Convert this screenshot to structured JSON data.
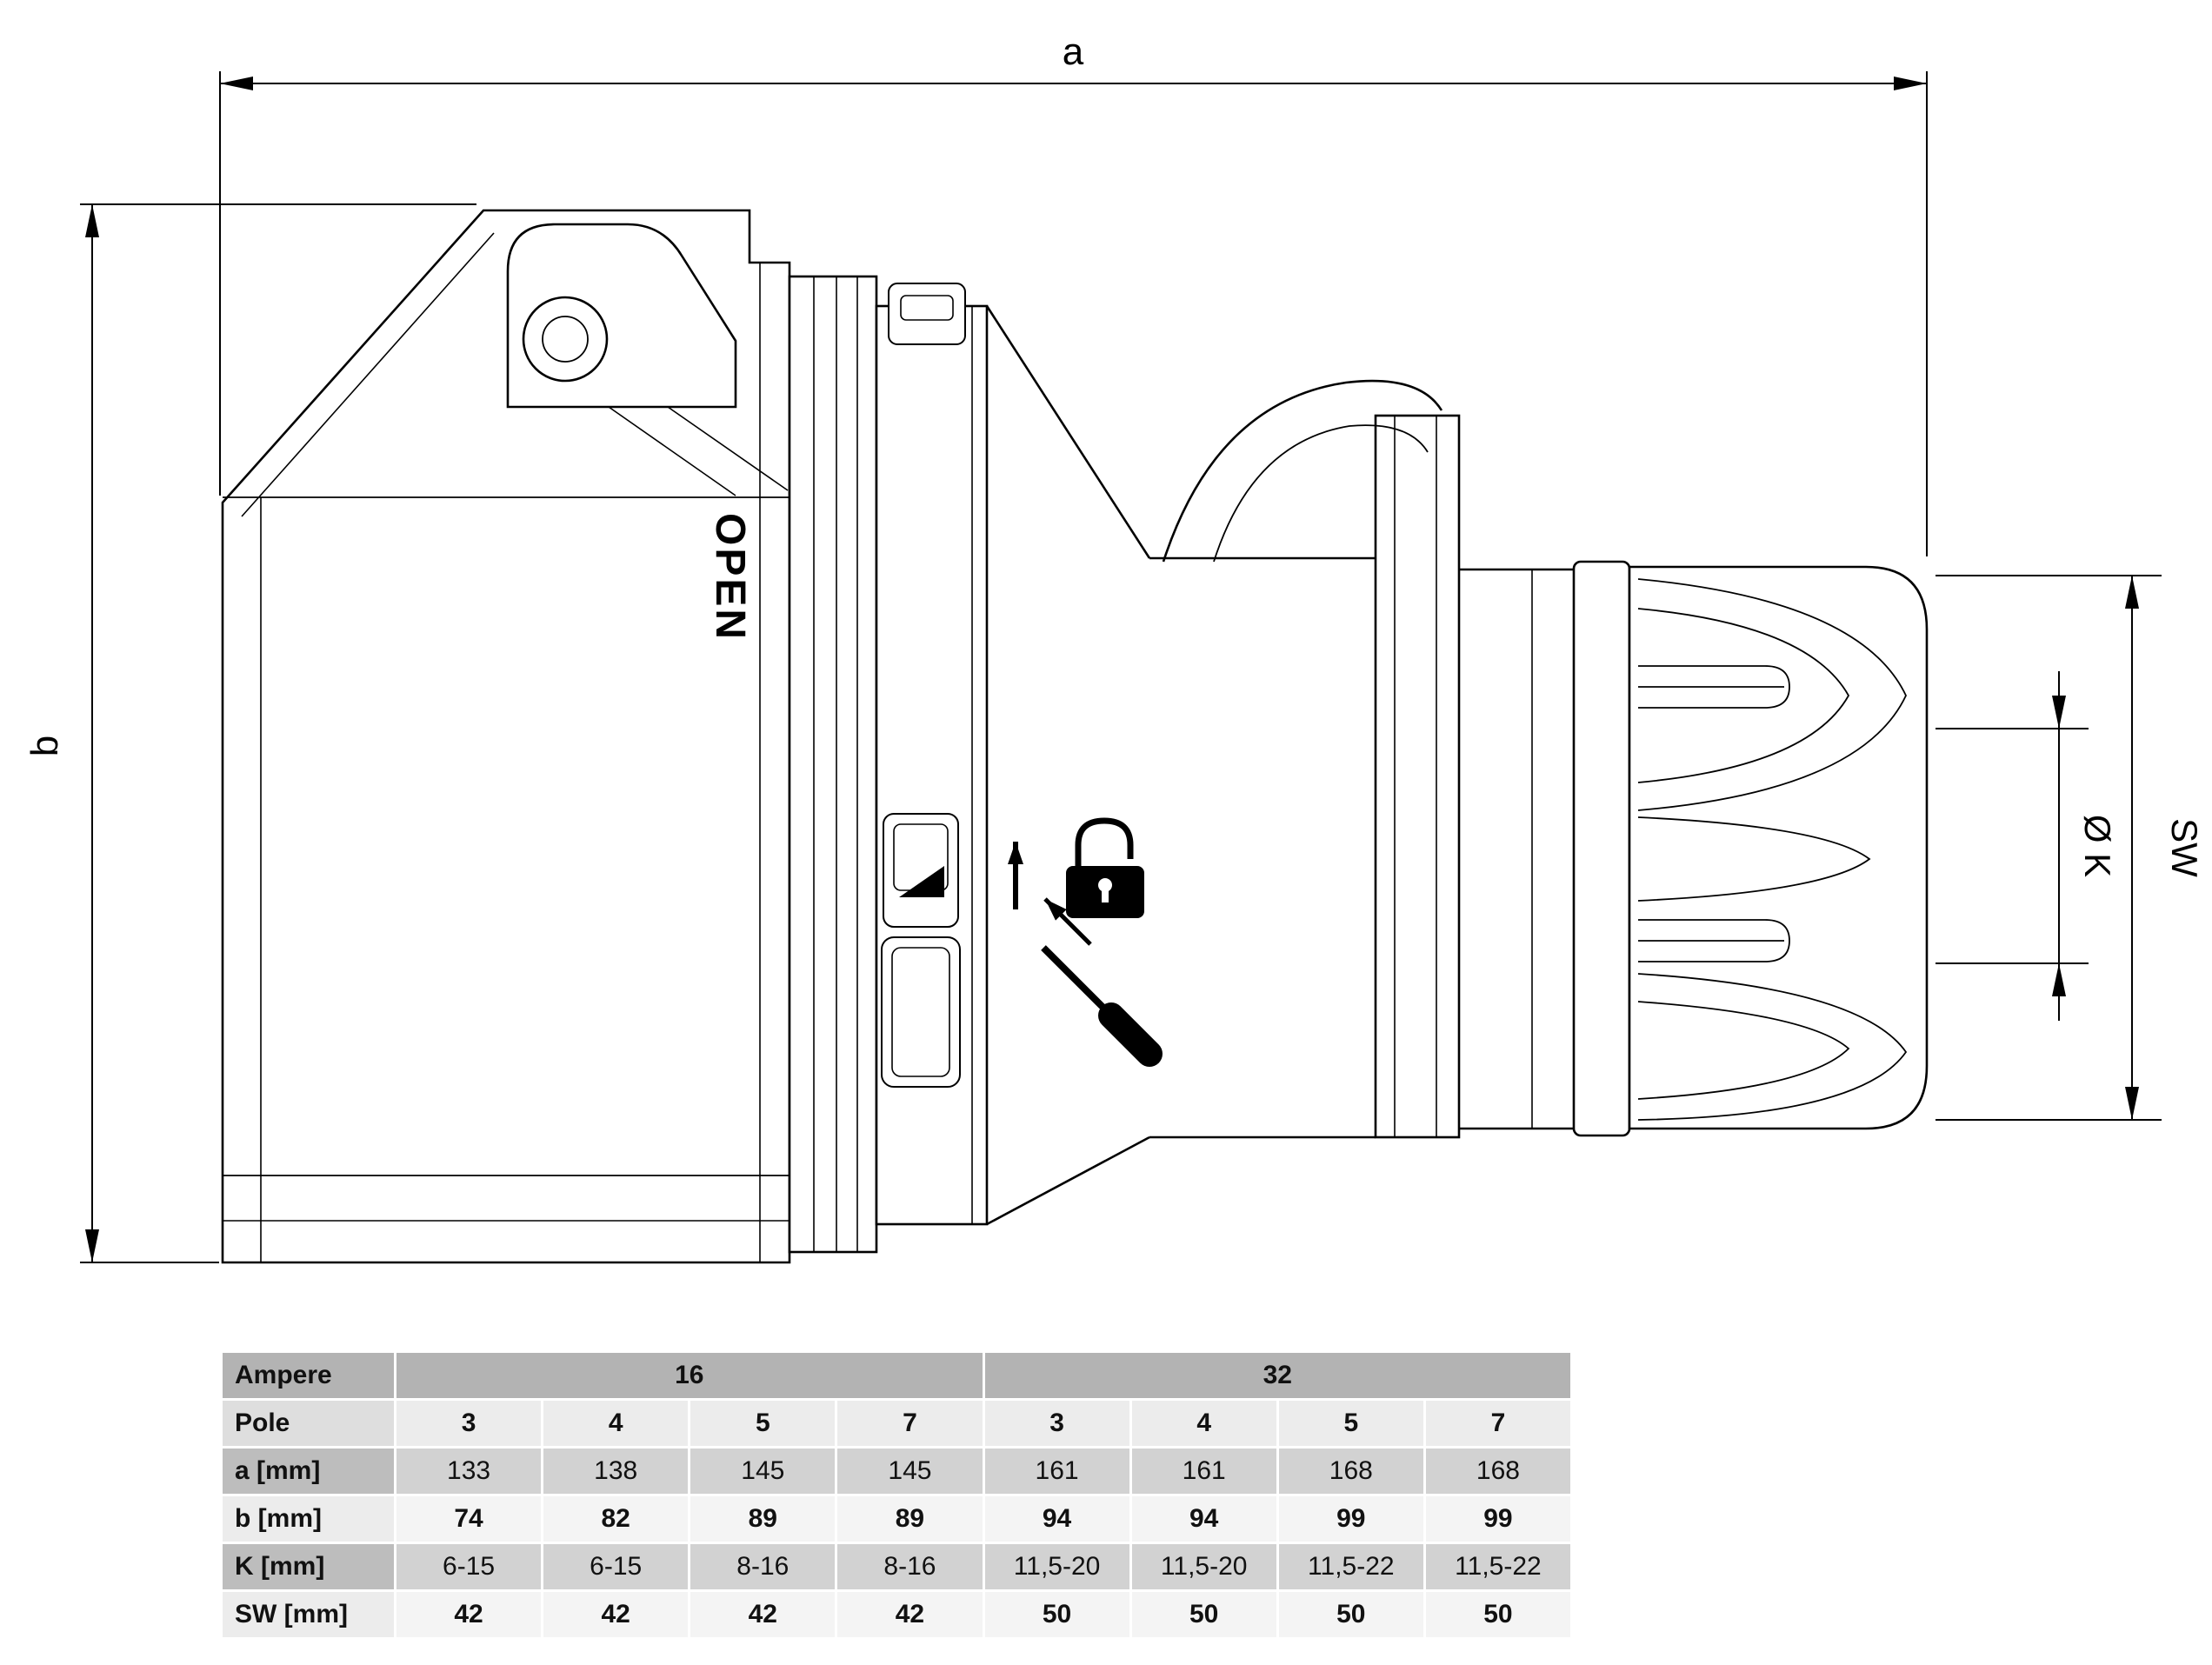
{
  "drawing": {
    "dim_a_label": "a",
    "dim_b_label": "b",
    "dim_k_label": "Ø K",
    "dim_sw_label": "SW",
    "open_label": "OPEN"
  },
  "table": {
    "ampere_label": "Ampere",
    "ampere_groups": [
      {
        "label": "16",
        "span": 4
      },
      {
        "label": "32",
        "span": 4
      }
    ],
    "rows": [
      {
        "label": "Pole",
        "shade": "light",
        "bold": true,
        "values": [
          "3",
          "4",
          "5",
          "7",
          "3",
          "4",
          "5",
          "7"
        ]
      },
      {
        "label": "a [mm]",
        "shade": "mid",
        "bold": false,
        "values": [
          "133",
          "138",
          "145",
          "145",
          "161",
          "161",
          "168",
          "168"
        ]
      },
      {
        "label": "b [mm]",
        "shade": "white",
        "bold": true,
        "values": [
          "74",
          "82",
          "89",
          "89",
          "94",
          "94",
          "99",
          "99"
        ]
      },
      {
        "label": "K [mm]",
        "shade": "mid",
        "bold": false,
        "values": [
          "6-15",
          "6-15",
          "8-16",
          "8-16",
          "11,5-20",
          "11,5-20",
          "11,5-22",
          "11,5-22"
        ]
      },
      {
        "label": "SW [mm]",
        "shade": "white",
        "bold": true,
        "values": [
          "42",
          "42",
          "42",
          "42",
          "50",
          "50",
          "50",
          "50"
        ]
      }
    ]
  }
}
